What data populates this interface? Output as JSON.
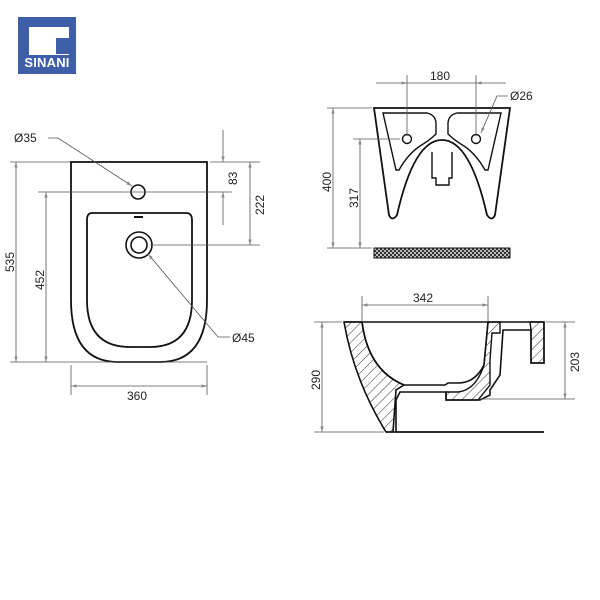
{
  "brand": {
    "logo_text": "SINANI",
    "logo_color": "#3f5ea8"
  },
  "front_view": {
    "hole_tap_label": "Ø35",
    "drain_label": "Ø45",
    "dim_83": "83",
    "dim_222": "222",
    "dim_535": "535",
    "dim_452": "452",
    "dim_360": "360"
  },
  "rear_view": {
    "dim_180": "180",
    "hole_label": "Ø26",
    "dim_400": "400",
    "dim_317": "317"
  },
  "side_view": {
    "dim_342": "342",
    "dim_290": "290",
    "dim_203": "203"
  },
  "colors": {
    "line": "#111111",
    "dim_line": "#555555",
    "hatch": "#333333"
  }
}
